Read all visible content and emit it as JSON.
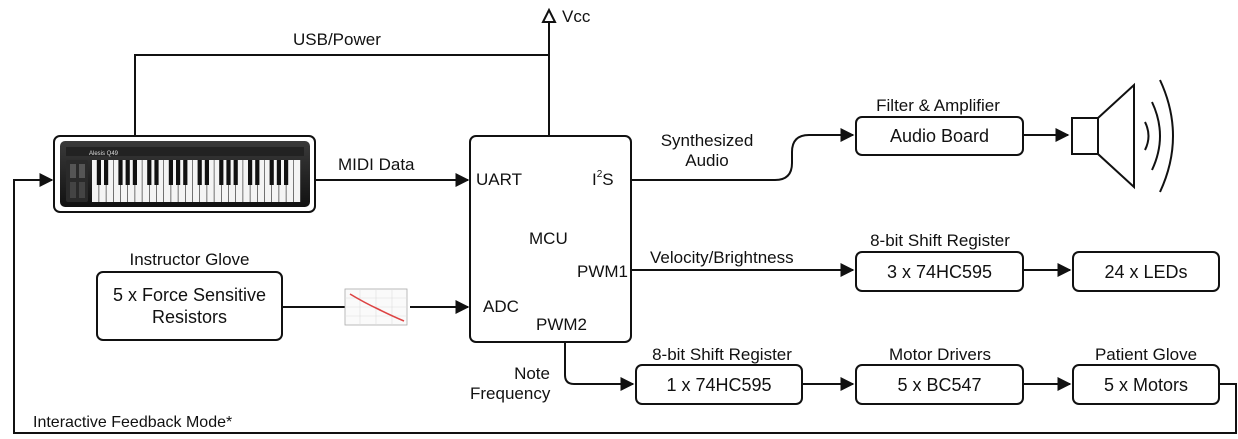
{
  "vcc": "Vcc",
  "usb_power": "USB/Power",
  "midi_data": "MIDI Data",
  "mcu": {
    "title": "MCU",
    "uart": "UART",
    "i2s_base": "I",
    "i2s_sup": "2",
    "i2s_tail": "S",
    "pwm1": "PWM1",
    "adc": "ADC",
    "pwm2": "PWM2"
  },
  "synth_audio": [
    "Synthesized",
    "Audio"
  ],
  "filter_amp_label": "Filter & Amplifier",
  "audio_board": "Audio Board",
  "velocity": "Velocity/Brightness",
  "shift_reg_top_label": "8-bit Shift Register",
  "hc595_3": "3 x 74HC595",
  "leds": "24 x LEDs",
  "instructor_glove_label": "Instructor Glove",
  "fsr": [
    "5 x Force Sensitive",
    "Resistors"
  ],
  "note_freq": [
    "Note",
    "Frequency"
  ],
  "shift_reg_bottom_label": "8-bit Shift Register",
  "hc595_1": "1 x 74HC595",
  "motor_drivers_label": "Motor Drivers",
  "bc547": "5 x BC547",
  "patient_glove_label": "Patient Glove",
  "motors": "5 x Motors",
  "feedback_mode": "Interactive Feedback Mode*",
  "keyboard_brand": "Alesis Q49"
}
